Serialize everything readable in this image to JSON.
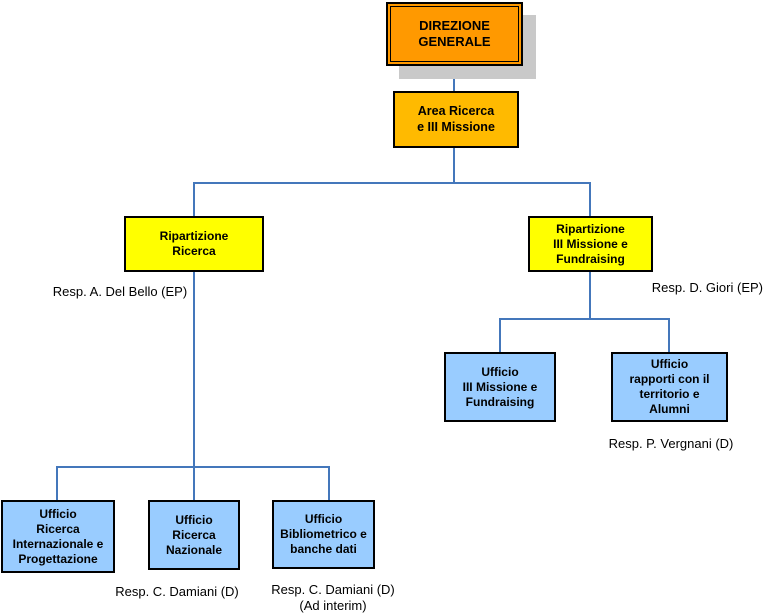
{
  "org_chart": {
    "connector_color": "#4477BB",
    "nodes": {
      "direzione_generale": {
        "label": "DIREZIONE\nGENERALE",
        "fill": "#FF9900",
        "border_style": "double black",
        "shadow_color": "#C9C9C9"
      },
      "area_ricerca": {
        "label": "Area Ricerca\ne III Missione",
        "fill": "#FFBA00"
      },
      "ripartizione_ricerca": {
        "label": "Ripartizione\nRicerca",
        "fill": "#FFFF00"
      },
      "ripartizione_iii_missione": {
        "label": "Ripartizione\nIII Missione e\nFundraising",
        "fill": "#FFFF00"
      },
      "ufficio_iii_missione": {
        "label": "Ufficio\nIII Missione e\nFundraising",
        "fill": "#99CCFF"
      },
      "ufficio_rapporti": {
        "label": "Ufficio\nrapporti con il\nterritorio e\nAlumni",
        "fill": "#99CCFF"
      },
      "ufficio_ricerca_internazionale": {
        "label": "Ufficio\nRicerca\nInternazionale e\nProgettazione",
        "fill": "#99CCFF"
      },
      "ufficio_ricerca_nazionale": {
        "label": "Ufficio\nRicerca\nNazionale",
        "fill": "#99CCFF"
      },
      "ufficio_bibliometrico": {
        "label": "Ufficio\nBibliometrico e\nbanche dati",
        "fill": "#99CCFF"
      }
    },
    "annotations": {
      "resp_del_bello": "Resp. A. Del Bello (EP)",
      "resp_giori": "Resp. D. Giori (EP)",
      "resp_vergnani": "Resp. P. Vergnani (D)",
      "resp_damiani": "Resp. C. Damiani (D)",
      "resp_damiani_interim": "Resp. C. Damiani (D)\n(Ad interim)"
    }
  }
}
